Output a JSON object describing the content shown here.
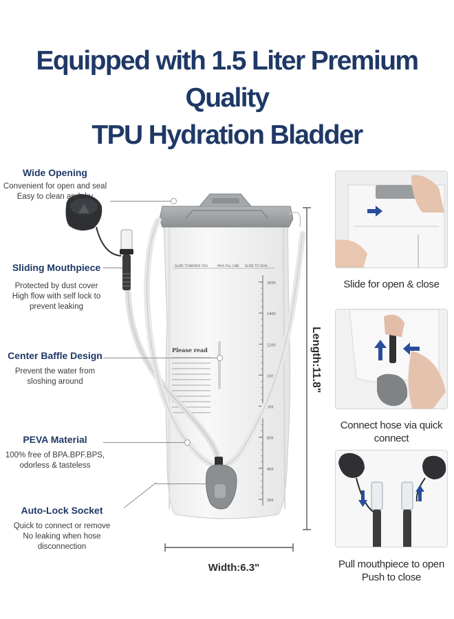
{
  "headline": {
    "line1": "Equipped with 1.5 Liter Premium Quality",
    "line2": "TPU Hydration Bladder"
  },
  "features": [
    {
      "title": "Wide Opening",
      "lines": [
        "Convenient for open and seal",
        "Easy to clean and dry"
      ]
    },
    {
      "title": "Sliding Mouthpiece",
      "lines": [
        "Protected by dust cover",
        "High flow with self lock to",
        "prevent leaking"
      ]
    },
    {
      "title": "Center Baffle Design",
      "lines": [
        "Prevent the water from",
        "sloshing around"
      ]
    },
    {
      "title": "PEVA Material",
      "lines": [
        "100% free of BPA.BPF.BPS,",
        "odorless & tasteless"
      ]
    },
    {
      "title": "Auto-Lock Socket",
      "lines": [
        "Quick to connect or remove",
        "No leaking when hose disconnection"
      ]
    }
  ],
  "dimensions": {
    "length": "Length:11.8\"",
    "width": "Width:6.3\""
  },
  "bladder_print": {
    "top_left": "SLIDE TOWARDS YOU",
    "top_mid": "MAX FILL LINE",
    "top_right": "SLIDE TO SEAL",
    "note_title": "Please read",
    "scale": [
      "1600",
      "1400",
      "1200",
      "1000",
      "800",
      "600",
      "400",
      "200"
    ]
  },
  "panels": [
    {
      "caption": [
        "Slide for open & close"
      ]
    },
    {
      "caption": [
        "Connect hose via quick",
        "connect"
      ]
    },
    {
      "caption": [
        "Pull mouthpiece to open",
        "Push to close"
      ]
    }
  ],
  "colors": {
    "headline": "#1f3866",
    "accent_arrow": "#2a4d9a",
    "clip_gray": "#9a9d9f",
    "bag": "#f3f4f4",
    "tube": "#e8e8e8"
  },
  "icons": {
    "slide_arrow": "arrow-right-icon",
    "insert_arrow": "arrow-up-icon",
    "side_arrow": "arrow-left-icon"
  }
}
